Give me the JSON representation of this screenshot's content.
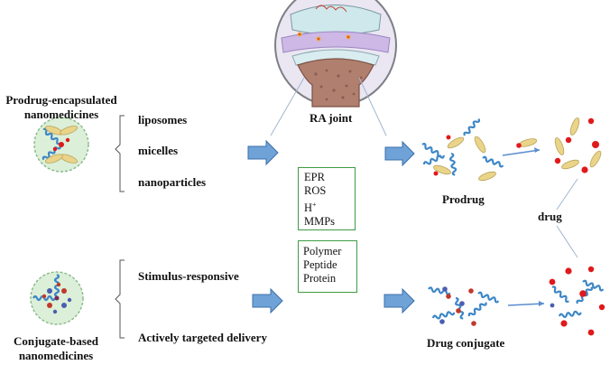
{
  "left_top": {
    "title_line1": "Prodrug-encapsulated",
    "title_line2": "nanomedicines",
    "items": [
      "liposomes",
      "micelles",
      "nanoparticles"
    ]
  },
  "left_bottom": {
    "title_line1": "Conjugate-based",
    "title_line2": "nanomedicines",
    "items": [
      "Stimulus-responsive",
      "Actively targeted delivery"
    ]
  },
  "center": {
    "ra_joint": "RA joint",
    "stimuli": [
      "EPR",
      "ROS",
      "H",
      "MMPs"
    ],
    "h_superscript": "+",
    "carriers": [
      "Polymer",
      "Peptide",
      "Protein"
    ]
  },
  "right": {
    "prodrug": "Prodrug",
    "drug": "drug",
    "drug_conjugate": "Drug conjugate"
  },
  "colors": {
    "arrow_fill": "#6fa3d8",
    "arrow_stroke": "#3c6fa8",
    "box_border": "#3f9b44",
    "drug_red": "#e0191b",
    "capsule_yellow": "#e9d48a",
    "chain_blue": "#3c86c6",
    "bone": "#b07f6e",
    "joint_purple": "#cdb8e6"
  }
}
